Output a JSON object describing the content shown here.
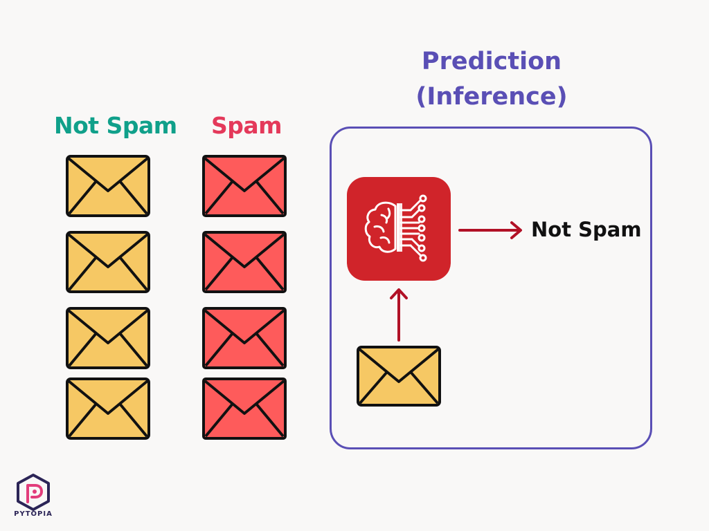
{
  "labels": {
    "not_spam_column": "Not Spam",
    "spam_column": "Spam",
    "prediction_line1": "Prediction",
    "prediction_line2": "(Inference)",
    "result": "Not Spam"
  },
  "logo": {
    "text": "PYTOPIA"
  },
  "colors": {
    "not_spam_label": "#10a08a",
    "spam_label": "#e4395a",
    "prediction": "#5a4fb5",
    "envelope_ok": "#f6c864",
    "envelope_spam": "#fe5b5b",
    "brain_tile": "#d0242a",
    "arrow": "#b11126"
  },
  "icons": {
    "envelope": "envelope-icon",
    "model": "ai-brain-icon",
    "logo": "pytopia-logo-icon"
  }
}
